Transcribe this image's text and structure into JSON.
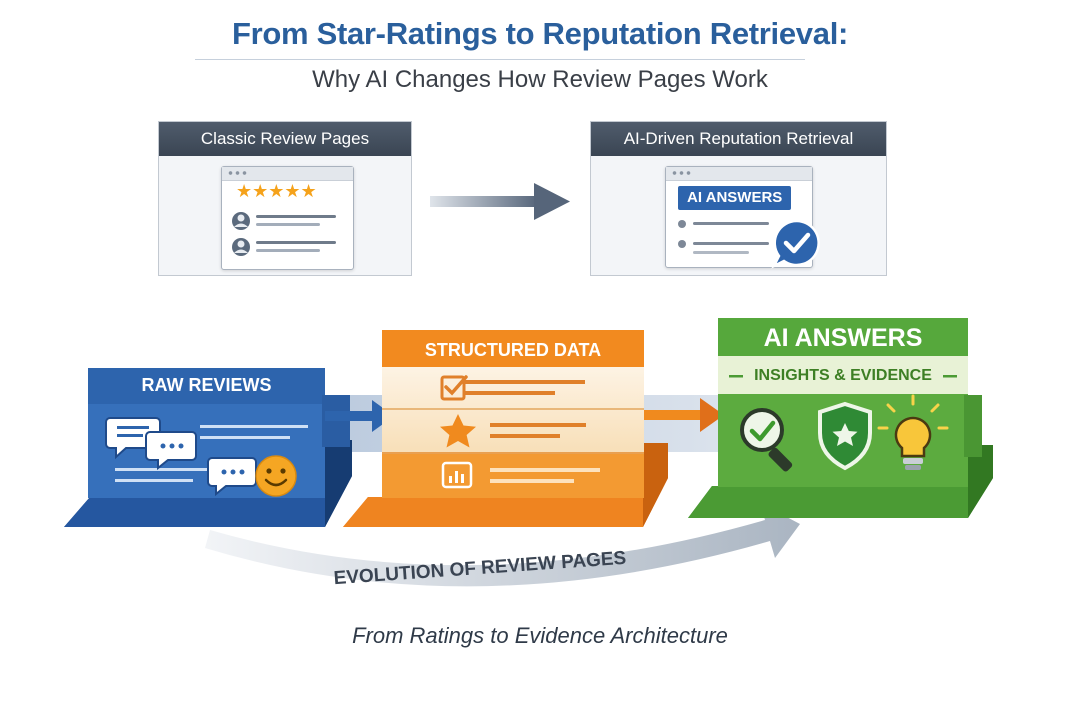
{
  "header": {
    "title": "From Star-Ratings to Reputation Retrieval:",
    "subtitle": "Why AI Changes How Review Pages Work"
  },
  "comparison": {
    "classic_title": "Classic Review Pages",
    "classic_stars": "★★★★★",
    "ai_title": "AI-Driven Reputation Retrieval",
    "ai_badge": "AI ANSWERS"
  },
  "stages": {
    "raw": "RAW REVIEWS",
    "structured": "STRUCTURED DATA",
    "ai": "AI ANSWERS",
    "ai_sub": "INSIGHTS & EVIDENCE"
  },
  "evolution_label": "EVOLUTION OF REVIEW PAGES",
  "footer": "From Ratings to Evidence Architecture",
  "colors": {
    "title": "#2a5f9c",
    "blue": "#2d64ad",
    "orange": "#f08a1e",
    "green": "#56a83c",
    "star": "#f5a21b",
    "slate": "#3f4a58"
  }
}
